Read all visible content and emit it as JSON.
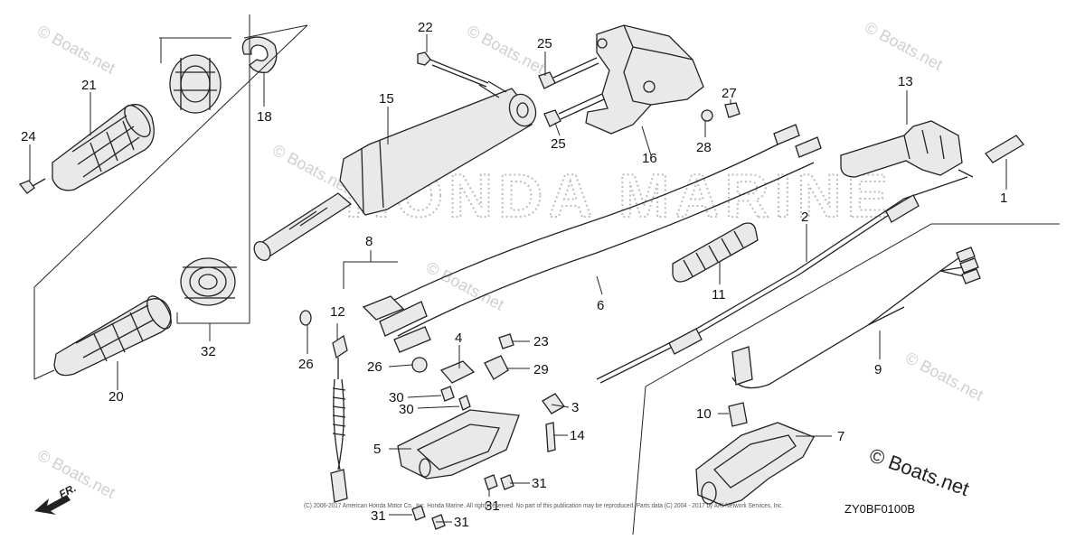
{
  "diagram": {
    "code": "ZY0BF0100B",
    "copyright": "(C) 2006-2017 American Honda Motor Co., Inc. Honda Marine. All rights reserved. No part of this publication may be reproduced. Parts data (C) 2004 - 2017 by ARI Network Services, Inc.",
    "front_marker": "FR.",
    "logo_text": "HONDA MARINE",
    "watermarks": [
      "© Boats.net",
      "© Boats.net",
      "© Boats.net",
      "© Boats.net",
      "© Boats.net",
      "© Boats.net",
      "© Boats.net"
    ],
    "brand_watermark": "© Boats.net"
  },
  "callouts": [
    "1",
    "2",
    "3",
    "4",
    "5",
    "6",
    "7",
    "8",
    "9",
    "10",
    "11",
    "12",
    "13",
    "14",
    "15",
    "16",
    "20",
    "21",
    "22",
    "23",
    "24",
    "25",
    "25",
    "26",
    "26",
    "27",
    "28",
    "29",
    "30",
    "30",
    "31",
    "31",
    "31",
    "31",
    "31",
    "32",
    "18"
  ]
}
